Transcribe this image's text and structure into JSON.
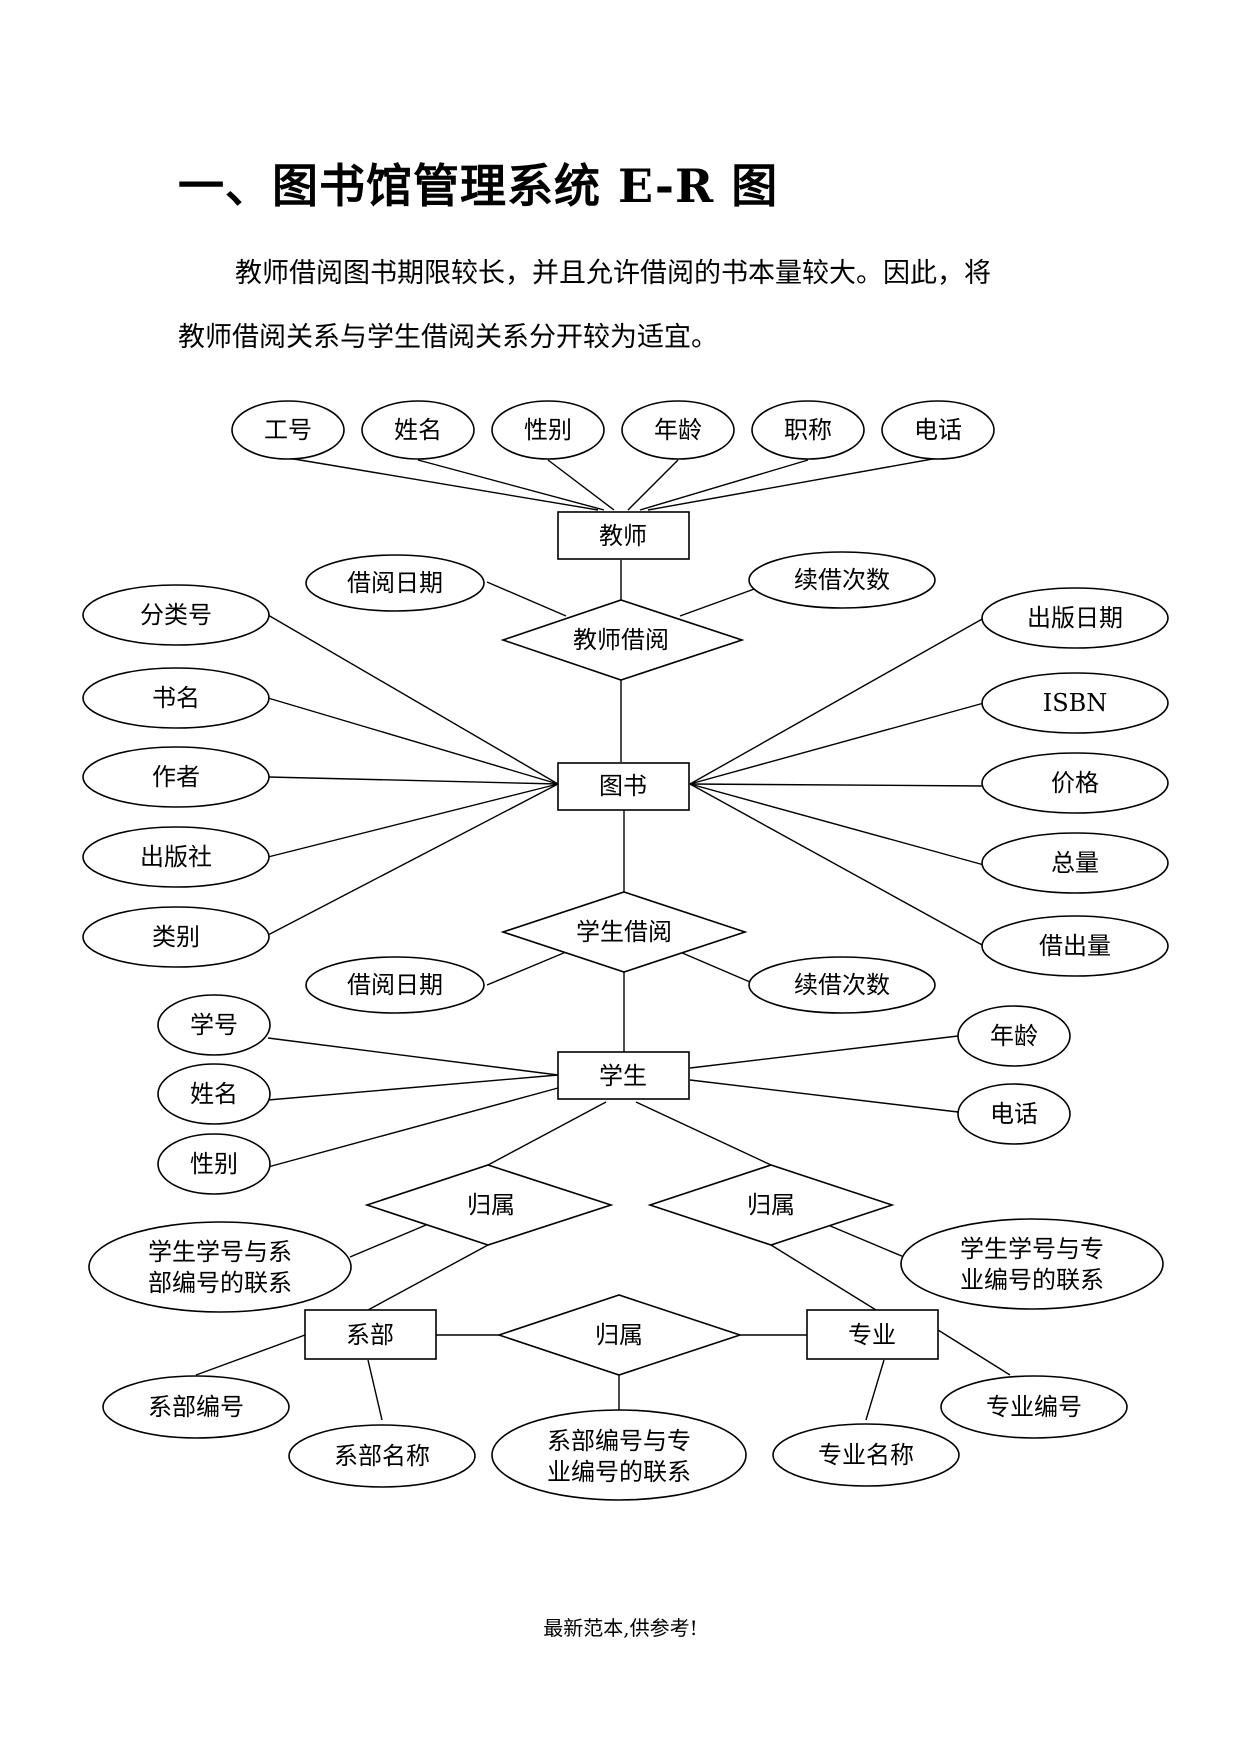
{
  "title": "一、图书馆管理系统  E-R  图",
  "paragraph": {
    "line1": "教师借阅图书期限较长，并且允许借阅的书本量较大。因此，将",
    "line2": "教师借阅关系与学生借阅关系分开较为适宜。"
  },
  "footer": "最新范本,供参考!",
  "diagram": {
    "entities": {
      "teacher": "教师",
      "book": "图书",
      "student": "学生",
      "department": "系部",
      "major": "专业"
    },
    "relationships": {
      "teacher_borrow": "教师借阅",
      "student_borrow": "学生借阅",
      "belong_dept": "归属",
      "belong_major": "归属",
      "belong_dept_major": "归属"
    },
    "attributes": {
      "teacher": [
        "工号",
        "姓名",
        "性别",
        "年龄",
        "职称",
        "电话"
      ],
      "teacher_borrow": [
        "借阅日期",
        "续借次数"
      ],
      "book_left": [
        "分类号",
        "书名",
        "作者",
        "出版社",
        "类别"
      ],
      "book_right": [
        "出版日期",
        "ISBN",
        "价格",
        "总量",
        "借出量"
      ],
      "student_borrow": [
        "借阅日期",
        "续借次数"
      ],
      "student_left": [
        "学号",
        "姓名",
        "性别"
      ],
      "student_right": [
        "年龄",
        "电话"
      ],
      "belong_dept": [
        "学生学号与系",
        "部编号的联系"
      ],
      "belong_major": [
        "学生学号与专",
        "业编号的联系"
      ],
      "department": [
        "系部编号",
        "系部名称"
      ],
      "major": [
        "专业名称",
        "专业编号"
      ],
      "belong_dept_major": [
        "系部编号与专",
        "业编号的联系"
      ]
    }
  }
}
